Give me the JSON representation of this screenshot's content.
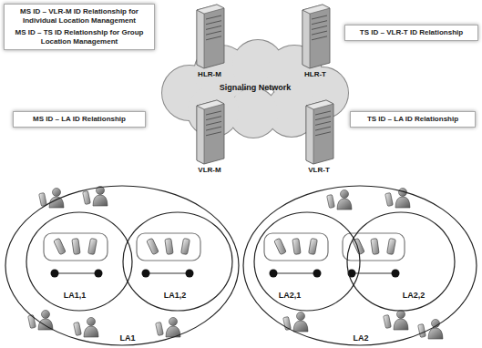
{
  "diagram": {
    "nodes": [
      {
        "text": [
          "MS ID – VLR-M ID Relationship for Individual Location Management",
          "MS ID – TS ID Relationship for Group Location Management"
        ]
      },
      {
        "text": [
          "TS ID – VLR-T ID Relationship"
        ]
      },
      {
        "text": [
          "Signaling Network"
        ]
      },
      {
        "text": [
          "HLR-M"
        ],
        "in": 2
      },
      {
        "text": [
          "HLR-T"
        ],
        "in": 2
      },
      {
        "text": [
          "VLR-M"
        ],
        "in": 2
      },
      {
        "text": [
          "VLR-T"
        ],
        "in": 2
      },
      {
        "text": [
          "MS ID – LA ID Relationship"
        ]
      },
      {
        "text": [
          "TS ID – LA ID Relationship"
        ]
      },
      {
        "text": [
          "LA1"
        ]
      },
      {
        "text": [
          "LA1,1"
        ],
        "in": 9
      },
      {
        "text": [
          "LA1,2"
        ],
        "in": 9
      },
      {
        "text": [
          "LA2"
        ]
      },
      {
        "text": [
          "LA2,1"
        ],
        "in": 12
      },
      {
        "text": [
          "LA2,2"
        ],
        "in": 12
      }
    ]
  }
}
